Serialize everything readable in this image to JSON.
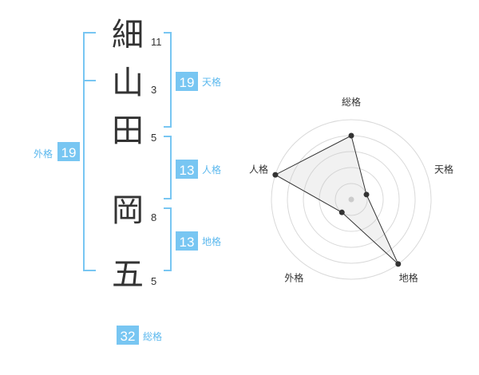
{
  "colors": {
    "accent": "#78c6f2",
    "accent_text": "#5bb8ee",
    "text": "#333333",
    "grid": "#d9d9d9",
    "area": "#f0f0f0"
  },
  "name": {
    "chars": [
      {
        "char": "細",
        "strokes": "11"
      },
      {
        "char": "山",
        "strokes": "3"
      },
      {
        "char": "田",
        "strokes": "5"
      },
      {
        "char": "岡",
        "strokes": "8"
      },
      {
        "char": "五",
        "strokes": "5"
      }
    ]
  },
  "fortunes": {
    "tenkaku": {
      "value": "19",
      "label": "天格"
    },
    "jinkaku": {
      "value": "13",
      "label": "人格"
    },
    "chikaku": {
      "value": "13",
      "label": "地格"
    },
    "gaikaku": {
      "value": "19",
      "label": "外格"
    },
    "soukaku": {
      "value": "32",
      "label": "総格"
    }
  },
  "chart_data": {
    "type": "radar",
    "axes": [
      "総格",
      "天格",
      "地格",
      "外格",
      "人格"
    ],
    "values": [
      4,
      1,
      5,
      1,
      5
    ],
    "max": 5,
    "levels": 5,
    "title": ""
  }
}
